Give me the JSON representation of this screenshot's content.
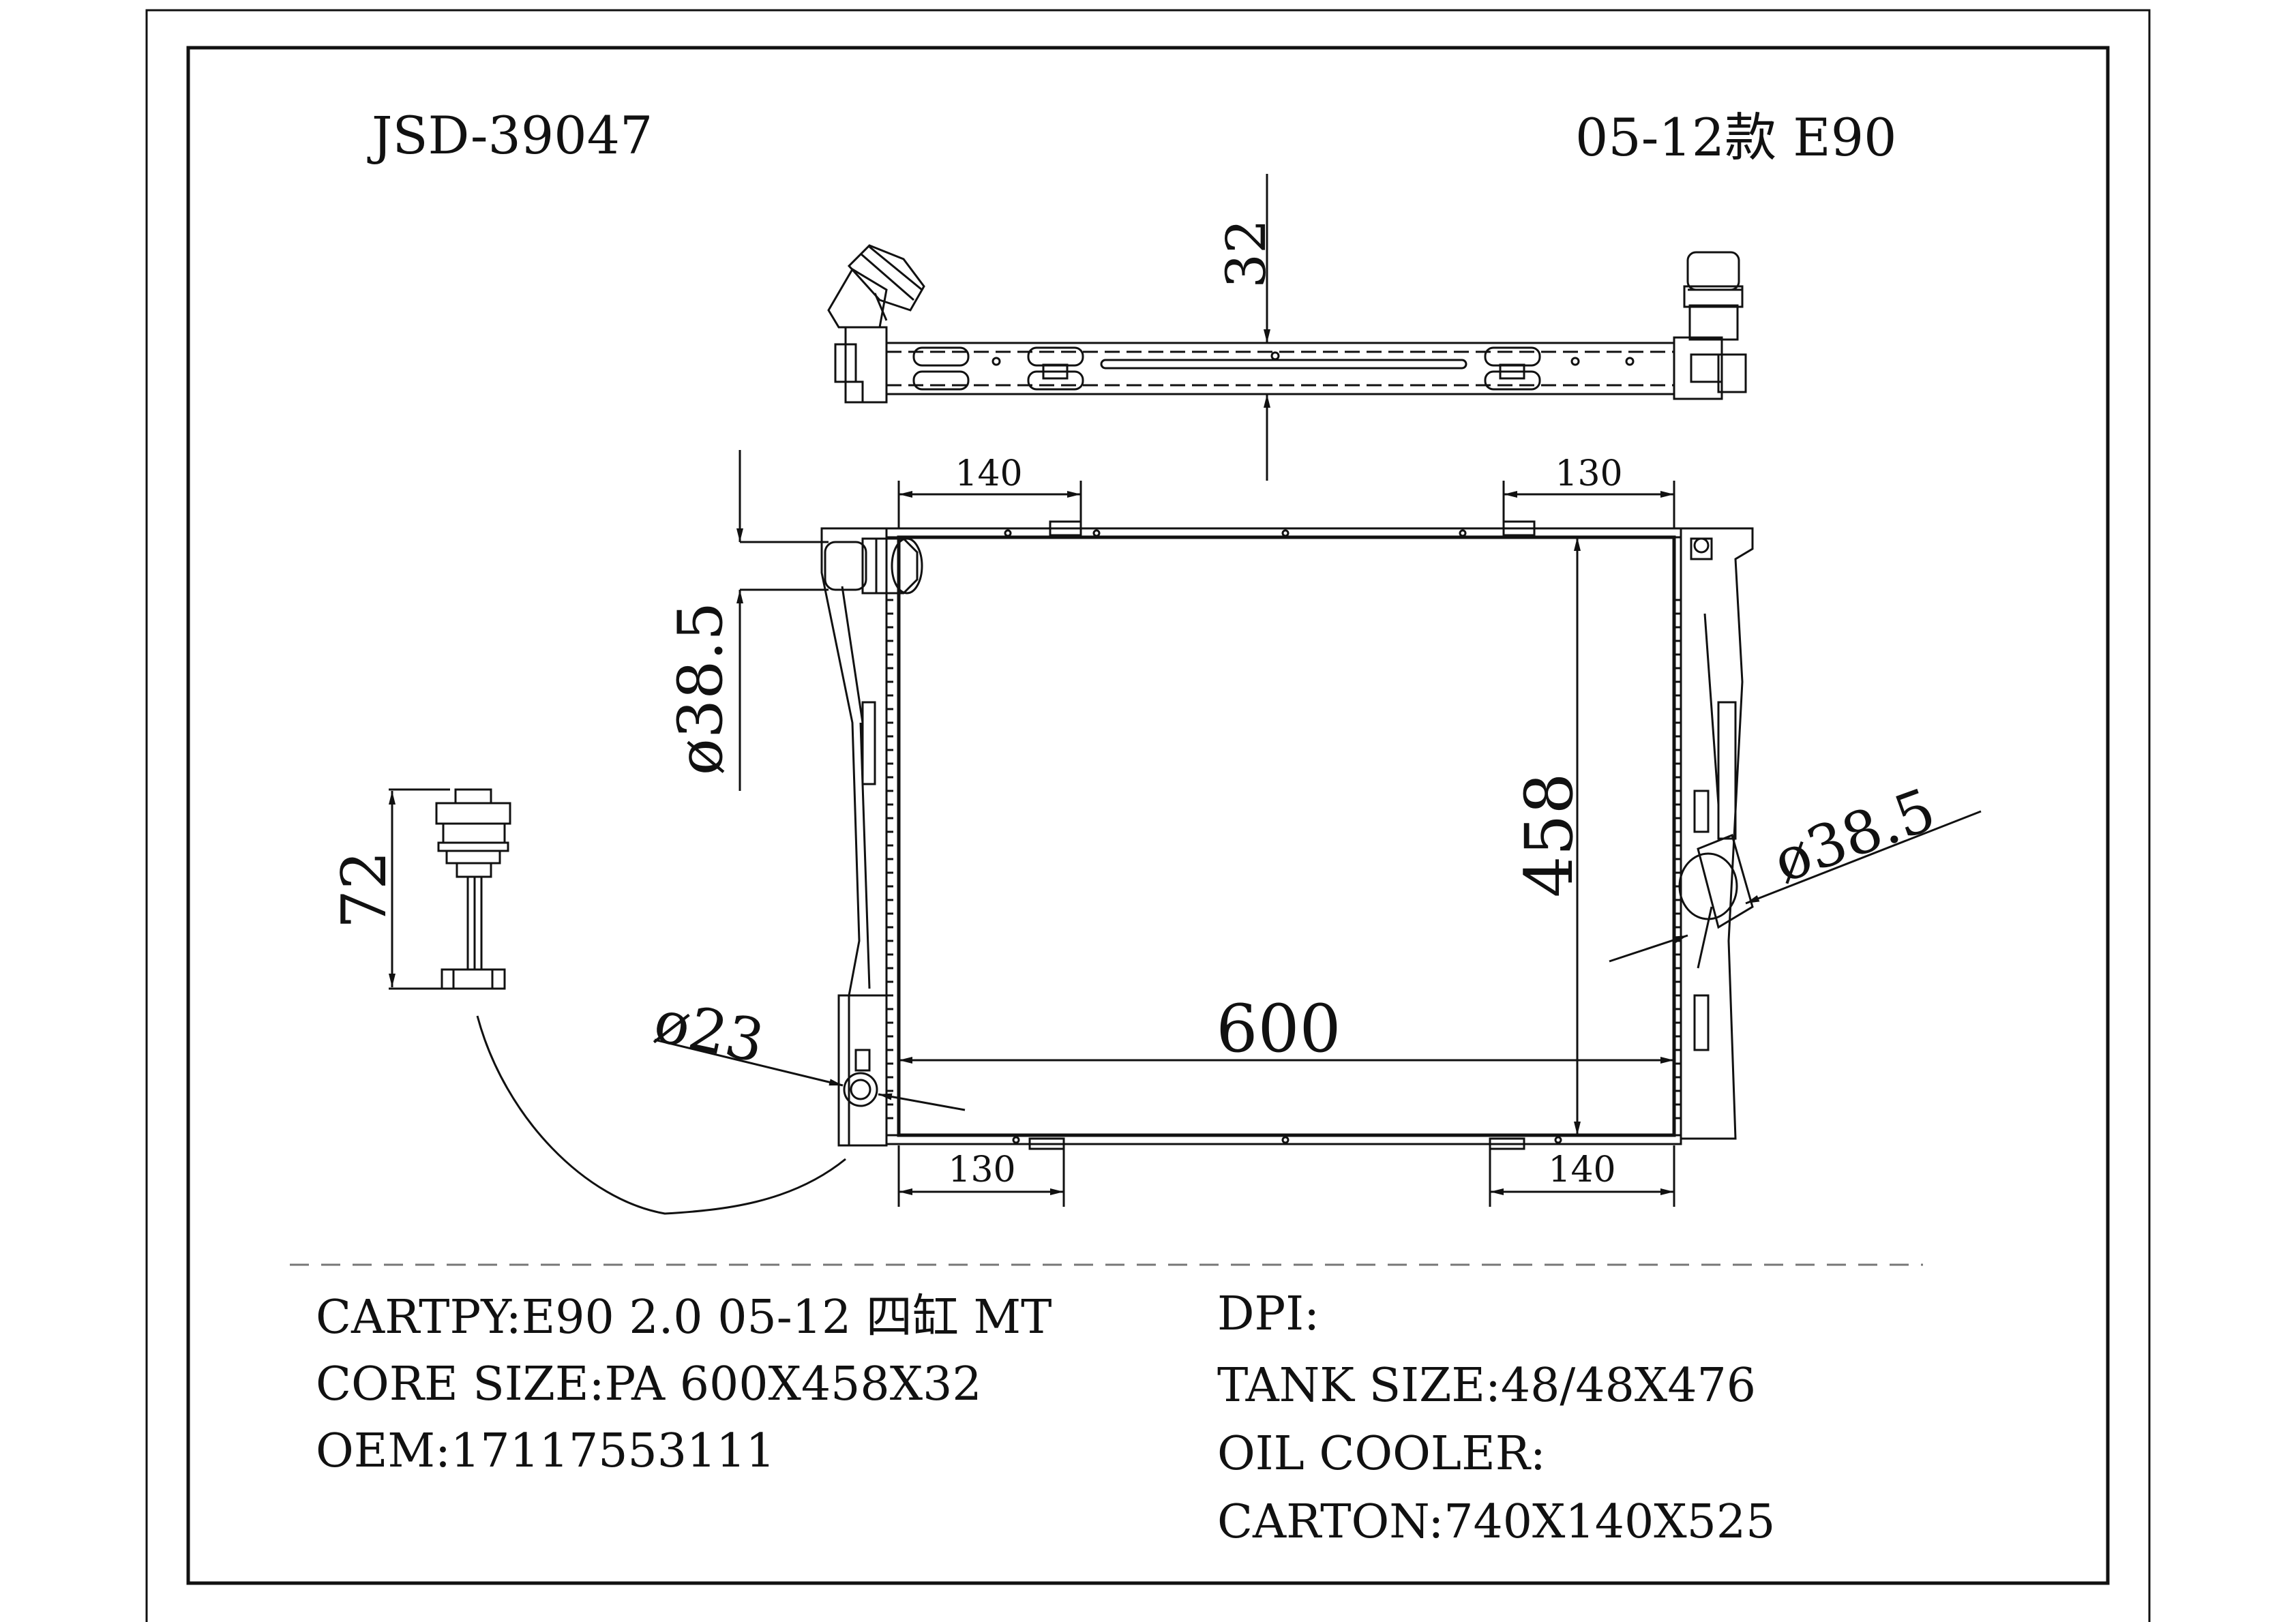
{
  "header": {
    "part_number": "JSD-39047",
    "model": "05-12款 E90"
  },
  "dimensions": {
    "thickness": "32",
    "top_left_offset": "140",
    "top_right_offset": "130",
    "bottom_left_offset": "130",
    "bottom_right_offset": "140",
    "inlet_diameter": "ø38.5",
    "outlet_diameter": "ø38.5",
    "drain_diameter": "ø23",
    "core_height": "458",
    "core_width": "600",
    "sensor_length": "72"
  },
  "specs": {
    "left": [
      "CARTPY:E90 2.0 05-12 四缸 MT",
      "CORE SIZE:PA 600X458X32",
      "OEM:17117553111"
    ],
    "right": [
      "DPI:",
      "TANK SIZE:48/48X476",
      "OIL COOLER:",
      "CARTON:740X140X525"
    ]
  },
  "colors": {
    "ink": "#111111",
    "paper": "#ffffff",
    "dash": "#777777"
  }
}
